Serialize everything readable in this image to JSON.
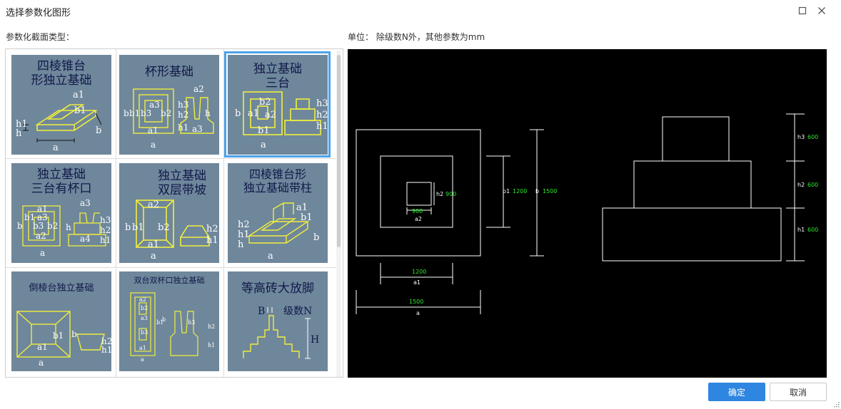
{
  "window": {
    "title": "选择参数化图形",
    "maximize_icon": "maximize-icon",
    "close_icon": "close-icon"
  },
  "labels": {
    "section_type": "参数化截面类型：",
    "unit_note": "单位：  除级数N外，其他参数为mm"
  },
  "shapes": [
    {
      "title": [
        "四棱锥台",
        "形独立基础"
      ],
      "params": [
        "a1",
        "b1",
        "h1",
        "h",
        "a",
        "b"
      ]
    },
    {
      "title": [
        "杯形基础"
      ],
      "params": [
        "a2",
        "a3",
        "b3",
        "b2",
        "b1",
        "b",
        "a1",
        "h3",
        "h2",
        "h1",
        "a3",
        "h",
        "a"
      ]
    },
    {
      "title": [
        "独立基础",
        "三台"
      ],
      "params": [
        "a1",
        "b2",
        "a2",
        "b1",
        "b",
        "h3",
        "h2",
        "h1",
        "a"
      ],
      "selected": true
    },
    {
      "title": [
        "独立基础",
        "三台有杯口"
      ],
      "params": [
        "a1",
        "b1",
        "a3",
        "b3",
        "b2",
        "a2",
        "b",
        "a",
        "a3",
        "h",
        "a4",
        "h3",
        "h2",
        "h1"
      ]
    },
    {
      "title": [
        "独立基础",
        "双层带坡"
      ],
      "params": [
        "a2",
        "b",
        "b1",
        "b2",
        "a1",
        "a",
        "h2",
        "h1"
      ]
    },
    {
      "title": [
        "四棱锥台形",
        "独立基础带柱"
      ],
      "params": [
        "a1",
        "h2",
        "h1",
        "h",
        "b",
        "a",
        "b1"
      ]
    },
    {
      "title": [
        "倒棱台独立基础"
      ],
      "params": [
        "b1",
        "b",
        "a1",
        "h2",
        "h1",
        "a"
      ]
    },
    {
      "title": [
        "双台双杯口独立基础"
      ],
      "params": [
        "a2",
        "b2",
        "a3",
        "b3",
        "a1",
        "b1",
        "a",
        "b",
        "h3",
        "h2",
        "h1"
      ]
    },
    {
      "title": [
        "等高砖大放脚"
      ],
      "params": [
        "B",
        "级数N",
        "H"
      ]
    }
  ],
  "preview": {
    "green": "#2ee82e",
    "white": "#ffffff",
    "plan_dims": [
      {
        "label": "h2",
        "value": "900"
      },
      {
        "label": "900",
        "value": ""
      },
      {
        "label": "a2",
        "value": ""
      },
      {
        "label": "b1",
        "value": "1200"
      },
      {
        "label": "b",
        "value": "1500"
      },
      {
        "label": "1200",
        "value": ""
      },
      {
        "label": "a1",
        "value": ""
      },
      {
        "label": "1500",
        "value": ""
      },
      {
        "label": "a",
        "value": ""
      }
    ],
    "elev_dims": [
      {
        "label": "h3",
        "value": "600"
      },
      {
        "label": "h2",
        "value": "600"
      },
      {
        "label": "h1",
        "value": "600"
      }
    ]
  },
  "buttons": {
    "ok": "确定",
    "cancel": "取消"
  },
  "colors": {
    "accent": "#2f86e0",
    "selection": "#4aa3ea",
    "tile_bg": "#6f879b",
    "tile_line": "#f0ee3c"
  }
}
